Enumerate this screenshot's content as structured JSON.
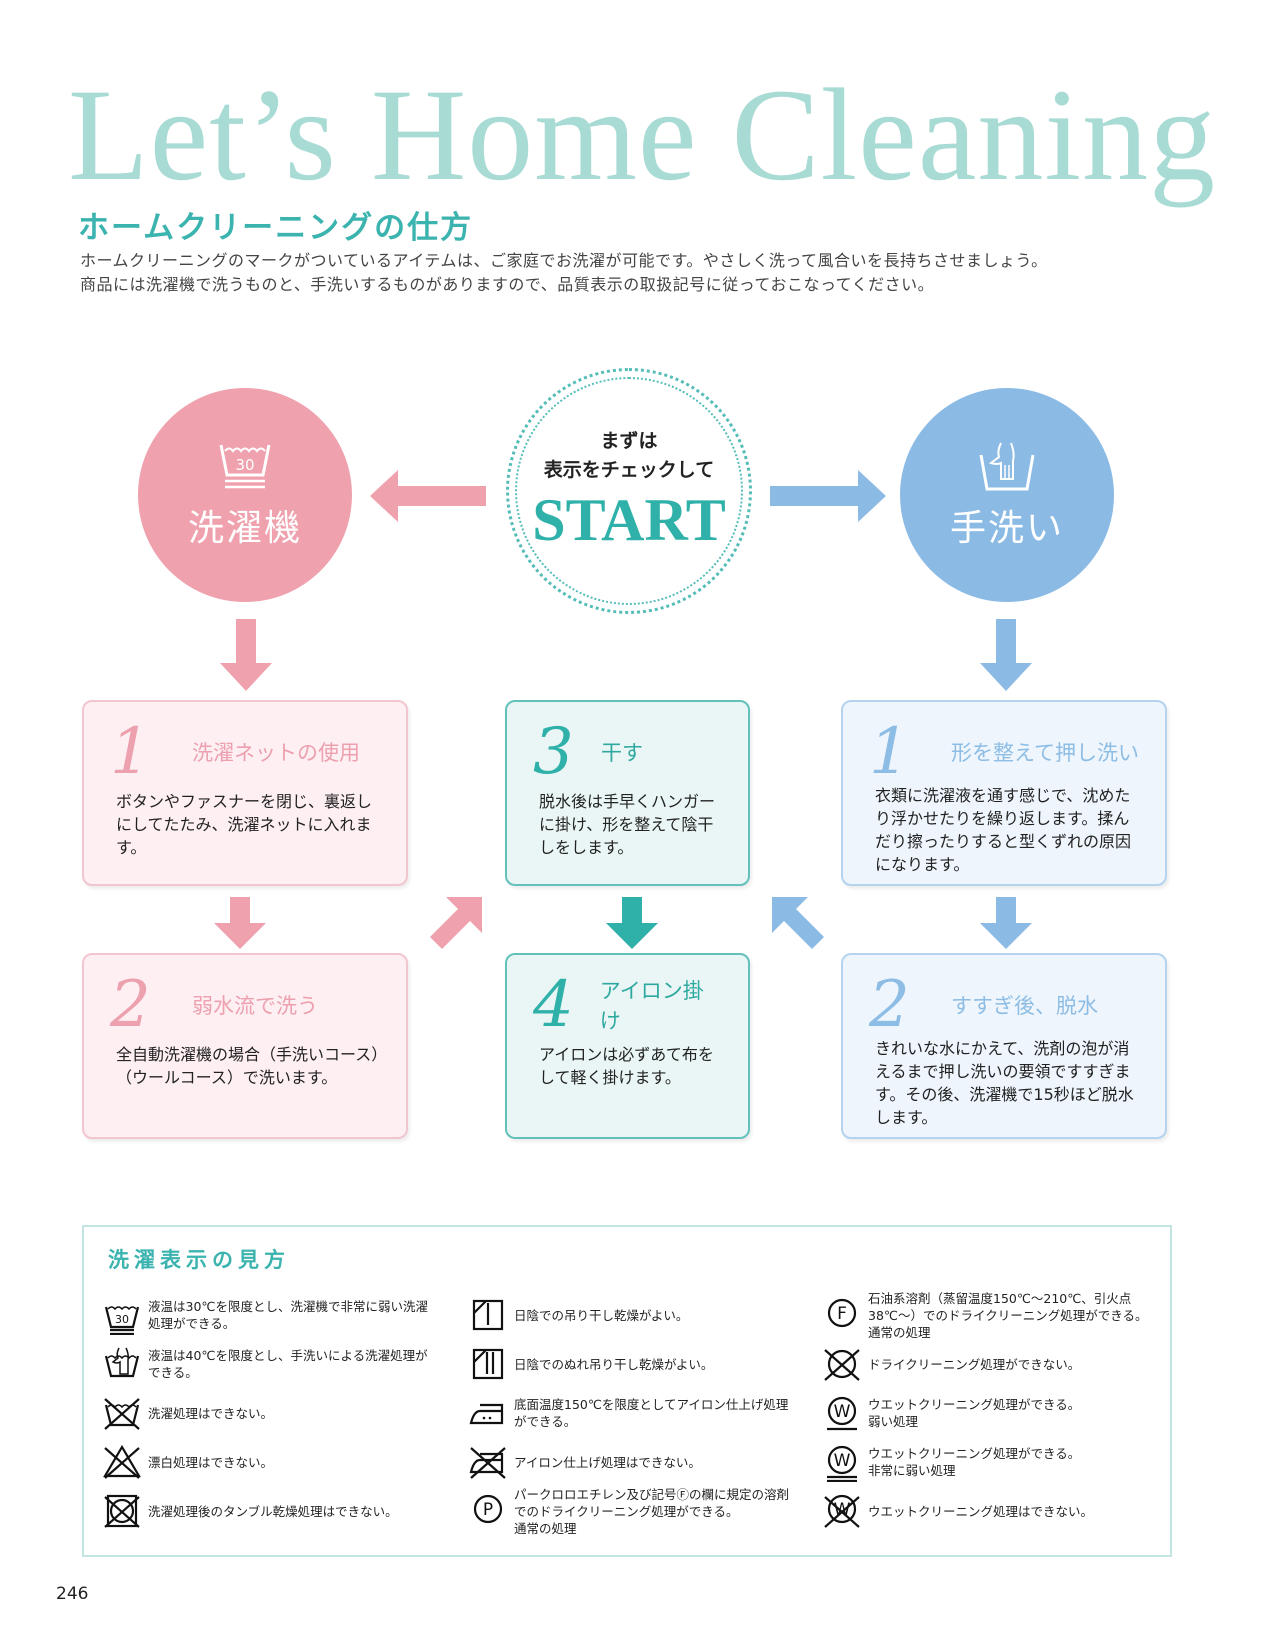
{
  "header": {
    "title": "Let’s Home Cleaning",
    "subtitle": "ホームクリーニングの仕方",
    "intro": [
      "ホームクリーニングのマークがついているアイテムは、ご家庭でお洗濯が可能です。やさしく洗って風合いを長持ちさせましょう。",
      "商品には洗濯機で洗うものと、手洗いするものがありますので、品質表示の取扱記号に従っておこなってください。"
    ]
  },
  "flow": {
    "start": {
      "line1": "まずは",
      "line2": "表示をチェックして",
      "label": "START"
    },
    "machine": {
      "label": "洗濯機",
      "icon_text": "30",
      "color": "#f0a1ae"
    },
    "hand": {
      "label": "手洗い",
      "color": "#8bbbe4"
    },
    "cards": {
      "machine1": {
        "num": "1",
        "title": "洗濯ネットの使用",
        "text": "ボタンやファスナーを閉じ、裏返しにしてたたみ、洗濯ネットに入れます。"
      },
      "machine2": {
        "num": "2",
        "title": "弱水流で洗う",
        "text": "全自動洗濯機の場合（手洗いコース）（ウールコース）で洗います。"
      },
      "dry3": {
        "num": "3",
        "title": "干す",
        "text": "脱水後は手早くハンガーに掛け、形を整えて陰干しをします。"
      },
      "iron4": {
        "num": "4",
        "title": "アイロン掛け",
        "text": "アイロンは必ずあて布をして軽く掛けます。"
      },
      "hand1": {
        "num": "1",
        "title": "形を整えて押し洗い",
        "text": "衣類に洗濯液を通す感じで、沈めたり浮かせたりを繰り返します。揉んだり擦ったりすると型くずれの原因になります。"
      },
      "hand2": {
        "num": "2",
        "title": "すすぎ後、脱水",
        "text": "きれいな水にかえて、洗剤の泡が消えるまで押し洗いの要領ですすぎます。その後、洗濯機で15秒ほど脱水します。"
      }
    }
  },
  "legend": {
    "title": "洗濯表示の見方",
    "col1": [
      {
        "icon": "wash-30-very-gentle-icon",
        "icon_text": "30",
        "text": "液温は30℃を限度とし、洗濯機で非常に弱い洗濯\n処理ができる。"
      },
      {
        "icon": "hand-wash-icon",
        "text": "液温は40℃を限度とし、手洗いによる洗濯処理が\nできる。"
      },
      {
        "icon": "no-wash-icon",
        "text": "洗濯処理はできない。"
      },
      {
        "icon": "no-bleach-icon",
        "text": "漂白処理はできない。"
      },
      {
        "icon": "no-tumble-dry-icon",
        "text": "洗濯処理後のタンブル乾燥処理はできない。"
      }
    ],
    "col2": [
      {
        "icon": "line-dry-shade-icon",
        "text": "日陰での吊り干し乾燥がよい。"
      },
      {
        "icon": "drip-dry-shade-icon",
        "text": "日陰でのぬれ吊り干し乾燥がよい。"
      },
      {
        "icon": "iron-150-icon",
        "text": "底面温度150℃を限度としてアイロン仕上げ処理\nができる。"
      },
      {
        "icon": "no-iron-icon",
        "text": "アイロン仕上げ処理はできない。"
      },
      {
        "icon": "dry-clean-p-icon",
        "icon_text": "P",
        "text": "パークロロエチレン及び記号Ⓕの欄に規定の溶剤\nでのドライクリーニング処理ができる。\n通常の処理"
      }
    ],
    "col3": [
      {
        "icon": "dry-clean-f-icon",
        "icon_text": "F",
        "text": "石油系溶剤（蒸留温度150℃～210℃、引火点\n38℃～）でのドライクリーニング処理ができる。\n通常の処理"
      },
      {
        "icon": "no-dry-clean-icon",
        "text": "ドライクリーニング処理ができない。"
      },
      {
        "icon": "wet-clean-gentle-icon",
        "icon_text": "W",
        "text": "ウエットクリーニング処理ができる。\n弱い処理"
      },
      {
        "icon": "wet-clean-very-gentle-icon",
        "icon_text": "W",
        "text": "ウエットクリーニング処理ができる。\n非常に弱い処理"
      },
      {
        "icon": "no-wet-clean-icon",
        "icon_text": "W",
        "text": "ウエットクリーニング処理はできない。"
      }
    ]
  },
  "page_number": "246",
  "colors": {
    "teal": "#3bb3ae",
    "title_teal": "#a9dbd5",
    "pink": "#f0a1ae",
    "blue": "#8bbbe4"
  }
}
